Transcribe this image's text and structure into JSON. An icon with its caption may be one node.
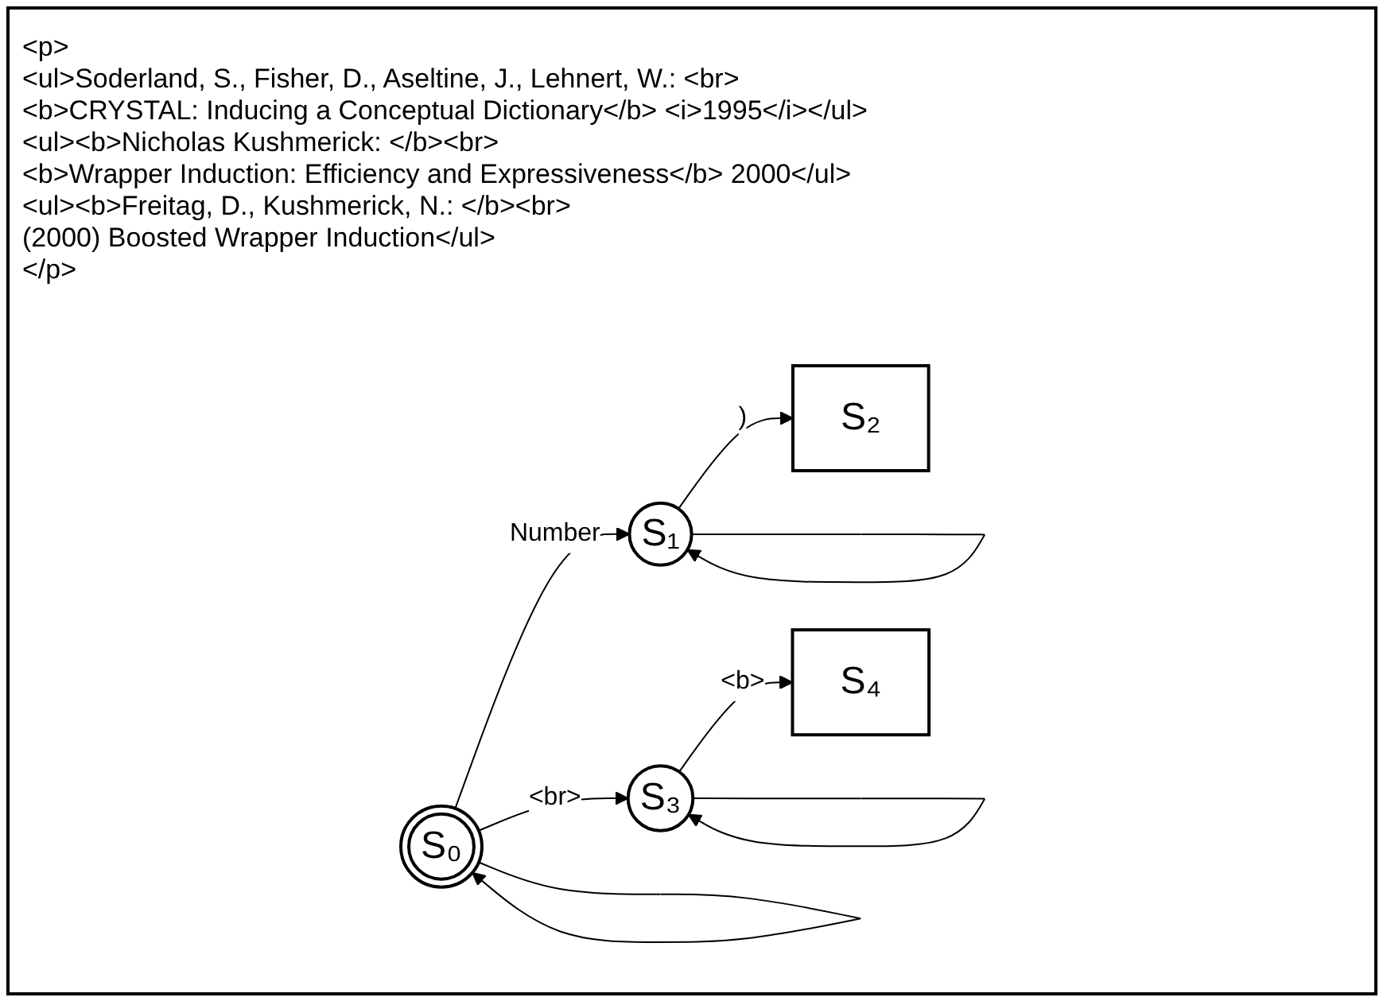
{
  "diagram": {
    "nodes": [
      {
        "text": [
          "S₀"
        ]
      },
      {
        "text": [
          "S₁"
        ]
      },
      {
        "text": [
          "S₂"
        ]
      },
      {
        "text": [
          "S₃"
        ]
      },
      {
        "text": [
          "S₄"
        ]
      }
    ],
    "edges": [
      {
        "from": 0,
        "to": 1,
        "arrow": "to",
        "label": "Number"
      },
      {
        "from": 1,
        "to": 2,
        "arrow": "to",
        "label": ")"
      },
      {
        "from": 0,
        "to": 3,
        "arrow": "to",
        "label": "<br>"
      },
      {
        "from": 3,
        "to": 4,
        "arrow": "to",
        "label": "<b>"
      },
      {
        "from": 0,
        "to": 0,
        "arrow": "to"
      },
      {
        "from": 1,
        "to": 1,
        "arrow": "to"
      },
      {
        "from": 3,
        "to": 3,
        "arrow": "to"
      }
    ],
    "labels": [
      "<p>",
      "<ul>Soderland, S., Fisher, D., Aseltine, J., Lehnert, W.: <br>",
      "<b>CRYSTAL: Inducing a Conceptual Dictionary</b> <i>1995</i></ul>",
      "<ul><b>Nicholas Kushmerick: </b><br>",
      "<b>Wrapper Induction: Efficiency and Expressiveness</b> 2000</ul>",
      "<ul><b>Freitag, D., Kushmerick, N.: </b><br>",
      "(2000) Boosted Wrapper Induction</ul>",
      "</p>"
    ]
  }
}
